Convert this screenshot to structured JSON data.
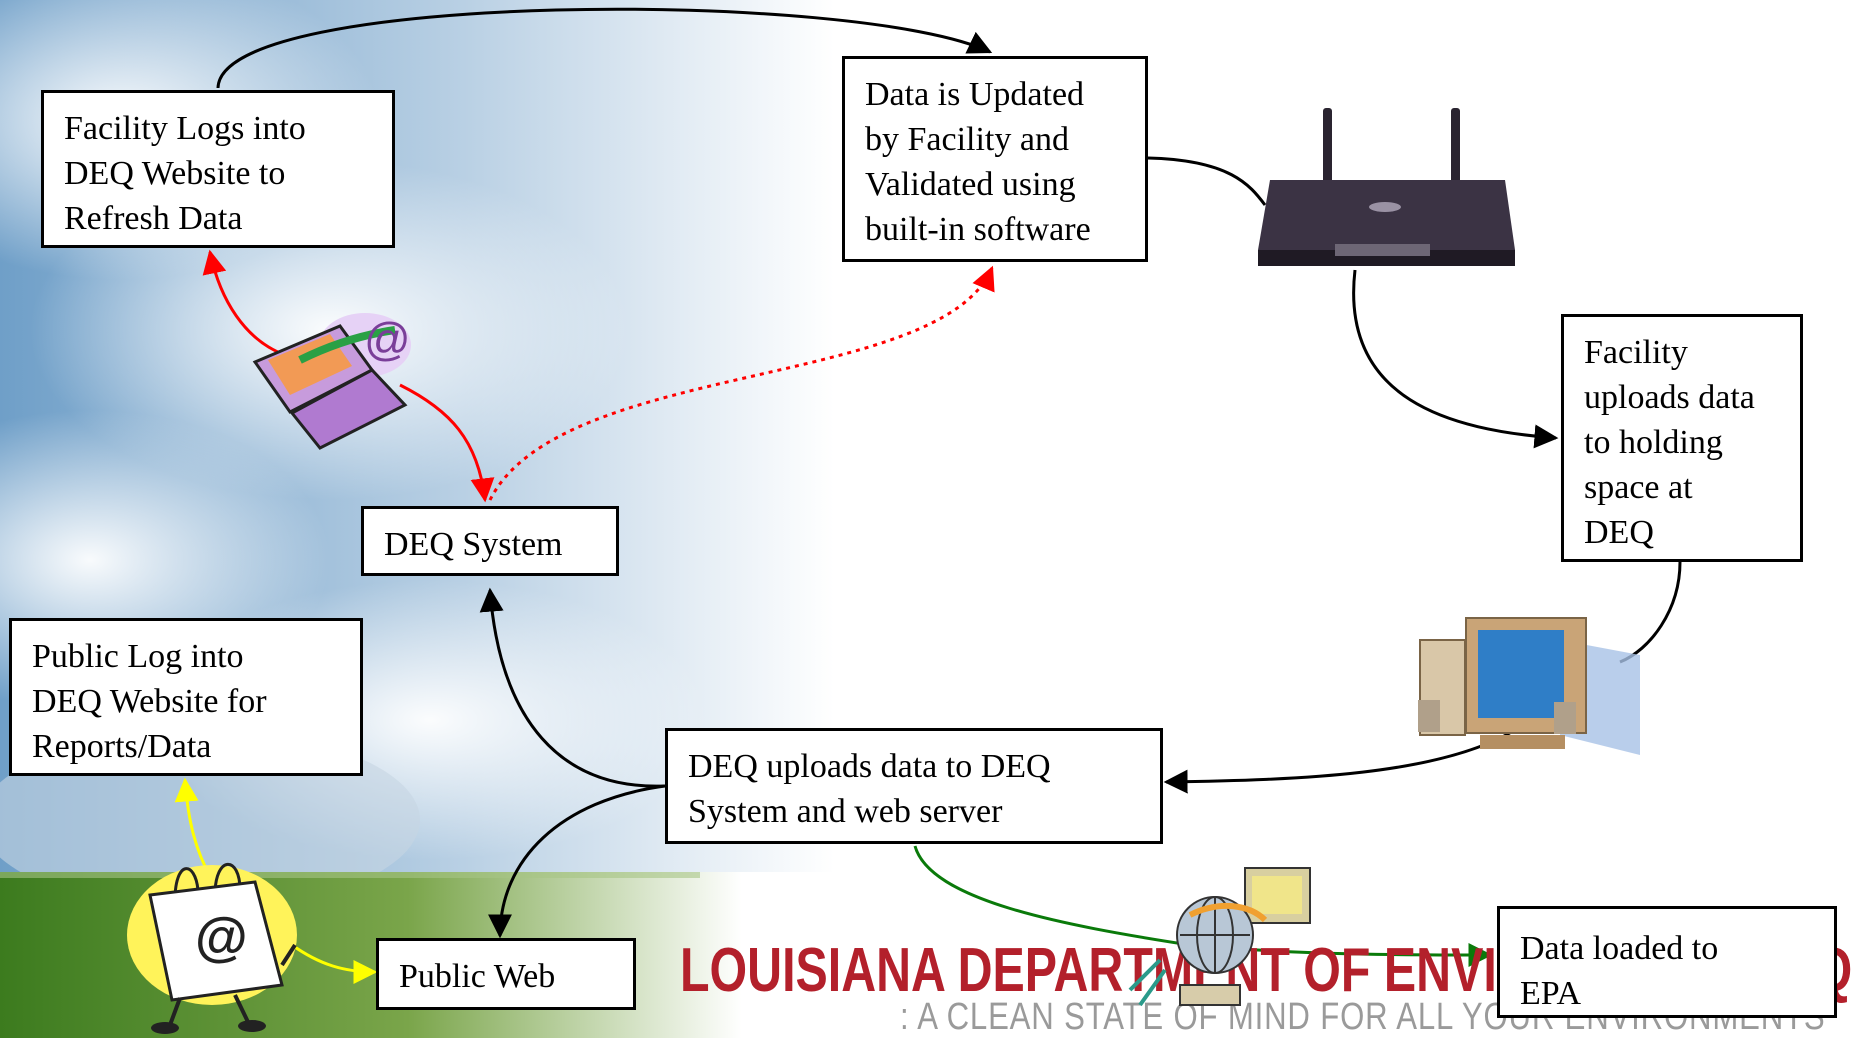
{
  "boxes": {
    "facility_logs": "Facility Logs into\nDEQ Website to\nRefresh Data",
    "data_updated": "Data is Updated\nby Facility and\nValidated using\nbuilt-in software",
    "facility_uploads": "Facility\nuploads data\nto holding\nspace at\nDEQ",
    "deq_system": "DEQ System",
    "public_log": "Public Log into\nDEQ Website for\nReports/Data",
    "deq_uploads": "DEQ uploads data to DEQ\nSystem and web server",
    "public_web": "Public Web",
    "epa": "Data loaded to\nEPA"
  },
  "banner": {
    "main": "LOUISIANA DEPARTMENT OF ENVIRONMENTAL QUALITY",
    "sub": "A CLEAN STATE OF MIND FOR ALL YOUR ENVIRONMENTS"
  },
  "icons": {
    "shopping_bag_symbol": "@",
    "laptop_symbol": "@"
  },
  "colors": {
    "login_arrows": "#ff0000",
    "public_arrows": "#ffff00",
    "epa_arrow": "#0a7a0a",
    "flow_arrows": "#000000",
    "banner_main": "#b3202b"
  }
}
